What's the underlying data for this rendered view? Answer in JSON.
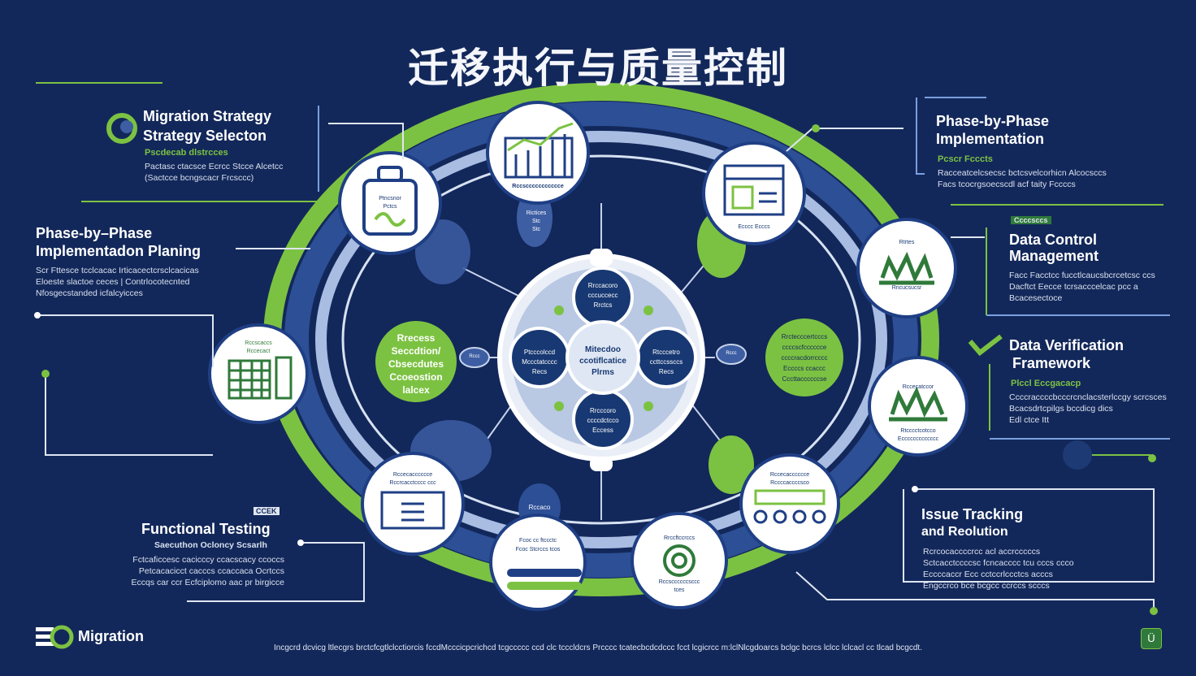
{
  "title": "迁移执行与质量控制",
  "left_panels": [
    {
      "heading_1": "Migration Strategy",
      "heading_2": "Strategy Selecton",
      "tag": "Pscdecab dlstrcces",
      "desc": "Pactasc ctacsce Ecrcc Stcce Alcetcc\n(Sactcce bcngscacr Frcsccc)"
    },
    {
      "heading_1": "Phase-by–Phase",
      "heading_2": "Implementadon Planing",
      "desc": "Scr Fttesce tcclcacac Irticacectcrsclcacicas\nEloeste slactoe ceces | Contrlocotecnted\nNfosgecstanded icfalcyicces"
    },
    {
      "heading_1": "Functional Testing",
      "tag": "CCEK",
      "subtitle": "Saecuthon Ocloncy Scsarlh",
      "desc": "Fctcaficcesc cacicccy ccacscacy ccoccs\nPetcacacicct cacccs ccaccaca Ocrtccs\nEccqs car ccr Ecfciplomo aac pr birgicce"
    }
  ],
  "right_panels": [
    {
      "heading_1": "Phase-by-Phase",
      "heading_2": "Implementation",
      "tag": "Pcscr Fcccts",
      "desc": "Racceatcelcsecsc bctcsvelcorhicn Alcocsccs\nFacs tcocrgsoecscdl acf taity Fccccs"
    },
    {
      "badge": "Ccccsccs",
      "heading_1": "Data Control",
      "heading_2": "Management",
      "desc": "Facc Facctcc fucctlcaucsbcrcetcsc ccs\nDacftct Eecce tcrsacccelcac pcc a\nBcacesectoce"
    },
    {
      "heading_1": "Data Verification",
      "heading_2": "Framework",
      "tag": "Plccl Eccgacacp",
      "desc": "Ccccraccccbcccrcnclacsterlccgy scrcsces\nBcacsdrtcpilgs bccdicg dics\nEdl ctce Itt"
    },
    {
      "heading_1": "Issue Tracking",
      "heading_2": "and Reolution",
      "desc": "Rcrcocaccccrcc acl accrcccccs\nSctcacctccccsc fcncacccc tcu cccs ccco\nEccccaccr Ecc cctccrlccctcs acccs\nEngccrco bce bcgcc ccrccs scccs"
    }
  ],
  "center": {
    "main": [
      "Mitecdoo",
      "ccotiflcatice",
      "Plrms"
    ],
    "top": [
      "Rrccacoro",
      "cccuccecc",
      "Rrctcs"
    ],
    "left": [
      "Ptcccolccd",
      "Mccctatcccc",
      "Recs"
    ],
    "right": [
      "Rtcccetro",
      "ccttccssccs",
      "Recs"
    ],
    "bottom": [
      "Rrcccoro",
      "ccccdctcco",
      "Eccess"
    ]
  },
  "side_green_left": [
    "Rrecess",
    "Seccdtion/",
    "Cbsecdutes",
    "Ccoeostion",
    "lalcex"
  ],
  "side_green_right": [
    "Rrctecccertcccs",
    "ccccscfcccccce",
    "ccccracdorrcccc",
    "Eccccs ccaccc",
    "Cccttaccccccse"
  ],
  "nodes": {
    "top": "Rccsccccccccccce",
    "top_left": [
      "Ptncsnor",
      "Pctcs"
    ],
    "top_right": "Ecccc Ecccs",
    "left": [
      "Rccscaccs",
      "Rccecact"
    ],
    "right_upper": [
      "Rtrtes",
      "Rncucsucsr"
    ],
    "right_lower": [
      "Rccecatccor",
      "Rtcccctcotcco",
      "Eccccccccccccc"
    ],
    "bottom_right": [
      "Rccecacccccce",
      "Rccccaccccsco"
    ],
    "bottom_center": [
      "Rrccftccrccs",
      "Rccsccccccsccc",
      "tces"
    ],
    "bottom_mid": [
      "Fcoc cc ftccctc",
      "Fcoc Stcrccs tcos"
    ],
    "bottom_left": [
      "Rccecacccccce",
      "Rccrcacctcccc ccc"
    ]
  },
  "small_labels": {
    "under_top": [
      "Rictices",
      "Stc",
      "Stc"
    ],
    "bottom_pill": "Rccaco",
    "left_oval": "Rccc",
    "right_oval": "Rccc"
  },
  "logo_text": "Migration",
  "footer": "Incgcrd dcvicg ltlecgrs brctcfcgtlclcctiorcis fccdMcccicpcrichcd tcgccccc ccd clc tcccldcrs Prcccc tcatecbcdcdccc fcct lcgicrcc m:lclNlcgdoarcs bclgc bcrcs lclcc lclcacl cc tlcad bcgcdt.",
  "corner_button": "Ü",
  "colors": {
    "background": "#13285a",
    "accent_green": "#7cc242",
    "ring_blue": "#2c4f96",
    "circle_fill": "#ffffff",
    "node_blue": "#173872"
  }
}
